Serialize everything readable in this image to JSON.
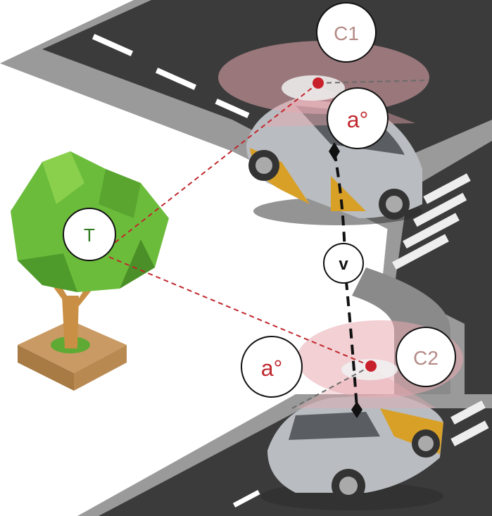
{
  "labels": {
    "camera1": "C1",
    "camera2": "C2",
    "target": "T",
    "angle_top": "a°",
    "angle_bottom": "a°",
    "velocity": "v"
  },
  "colors": {
    "asphalt": "#3b3b3b",
    "curb": "#8f8f8f",
    "sidewalk": "#c9c9c9",
    "cone": "#e8a9b1",
    "sight_line": "#c0282d",
    "camera_dot": "#c8202a",
    "angle_text": "#c0282d",
    "camera_text": "#b48a86",
    "target_text": "#2f7a1f",
    "velocity_line": "#111111",
    "car_body": "#b9bcc0",
    "car_accent": "#d9a027",
    "tree_leaf": "#6cbc3c",
    "tree_trunk": "#c98f45"
  },
  "icons": [
    "tree-icon",
    "car-icon",
    "camera-icon"
  ]
}
